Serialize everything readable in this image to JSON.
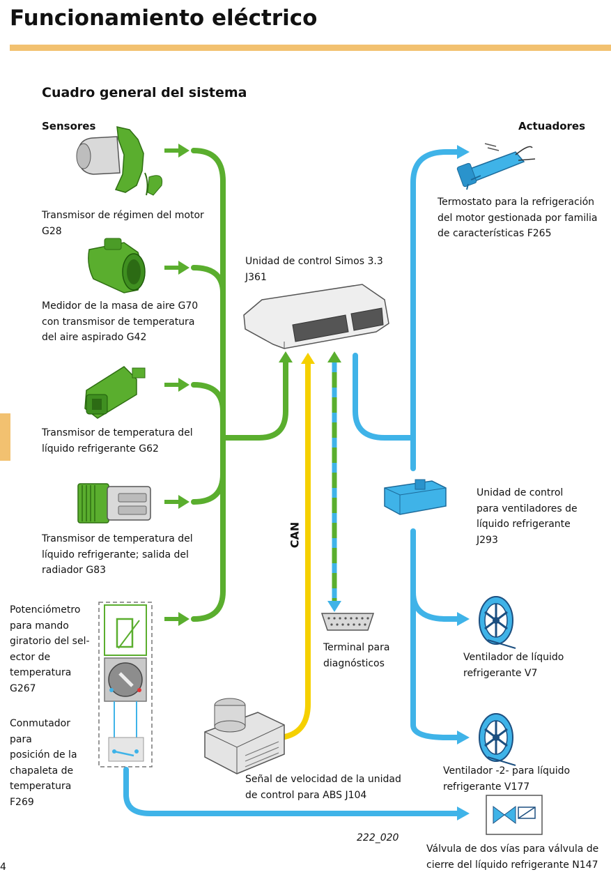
{
  "header": {
    "title": "Funcionamiento eléctrico"
  },
  "section_title": "Cuadro general del sistema",
  "sensors_heading": "Sensores",
  "actuators_heading": "Actuadores",
  "ecu_label": "Unidad de control Simos 3.3\nJ361",
  "can_label": "CAN",
  "sensors": [
    {
      "label": "Transmisor de régimen del motor\nG28",
      "icon": "engine-speed-sender-icon"
    },
    {
      "label": "Medidor de la masa de aire G70\ncon transmisor de temperatura\ndel aire aspirado G42",
      "icon": "air-mass-meter-icon"
    },
    {
      "label": "Transmisor de temperatura del\nlíquido refrigerante G62",
      "icon": "coolant-temp-sender-icon"
    },
    {
      "label": "Transmisor de temperatura del\nlíquido refrigerante; salida del\nradiador G83",
      "icon": "radiator-outlet-sender-icon"
    },
    {
      "label": "Potenciómetro\npara mando\ngiratorio del sel-\nector de\ntemperatura\nG267",
      "icon": "potentiometer-icon"
    },
    {
      "label": "Conmutador\npara\nposición de la\nchapaleta de\ntemperatura\nF269",
      "icon": "flap-switch-icon"
    }
  ],
  "actuators": [
    {
      "label": "Termostato para la refrigeración\ndel motor gestionada por familia\nde características F265",
      "icon": "thermostat-icon"
    },
    {
      "label": "Unidad de control\npara ventiladores de\nlíquido refrigerante\nJ293",
      "icon": "fan-control-unit-icon"
    },
    {
      "label": "Ventilador de líquido\nrefrigerante V7",
      "icon": "fan-icon"
    },
    {
      "label": "Ventilador -2- para líquido\nrefrigerante V177",
      "icon": "fan-icon"
    },
    {
      "label": "Válvula de dos vías para válvula de\ncierre del líquido refrigerante N147",
      "icon": "two-way-valve-icon"
    }
  ],
  "diagnostic": {
    "label": "Terminal para\ndiagnósticos",
    "icon": "diagnostic-connector-icon"
  },
  "abs": {
    "label": "Señal de velocidad de la unidad\nde control para ABS J104",
    "icon": "abs-unit-icon"
  },
  "figure_id": "222_020",
  "page_number": "4",
  "colors": {
    "sensor_line": "#5aae2e",
    "actuator_line": "#3fb3e8",
    "can_line": "#f5d000",
    "accent": "#f2c170"
  }
}
